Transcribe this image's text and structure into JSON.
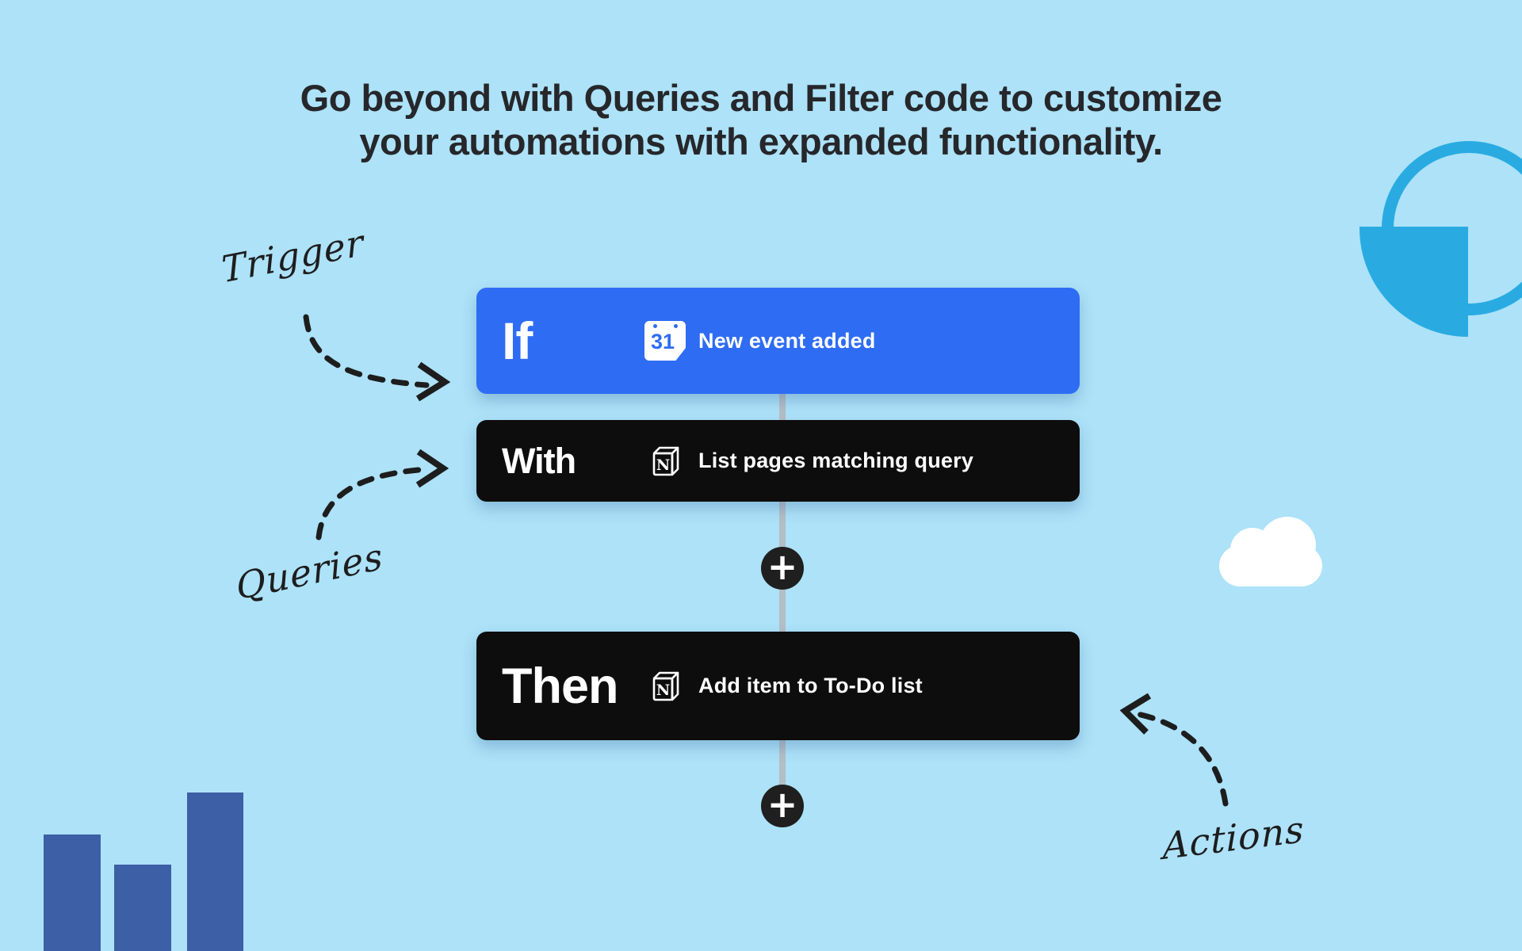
{
  "title": {
    "line1": "Go beyond with Queries and Filter code to customize",
    "line2": "your automations with expanded functionality."
  },
  "workflow": {
    "steps": [
      {
        "label": "If",
        "service": "google-calendar",
        "text": "New event added"
      },
      {
        "label": "With",
        "service": "notion",
        "text": "List pages matching query"
      },
      {
        "label": "Then",
        "service": "notion",
        "text": "Add item to To-Do list"
      }
    ],
    "add_symbol": "+"
  },
  "annotations": {
    "trigger": "Trigger",
    "queries": "Queries",
    "actions": "Actions"
  },
  "icons": {
    "calendar_day": "31",
    "notion_letter": "N"
  },
  "colors": {
    "background": "#ade2f8",
    "trigger_card_blue": "#2e6cf3",
    "action_card_black": "#0d0d0d",
    "decoration_blue": "#29abe2",
    "bar_chart_blue": "#3d5fa6",
    "ink": "#26272b",
    "connector_gray": "#b4bec6"
  }
}
